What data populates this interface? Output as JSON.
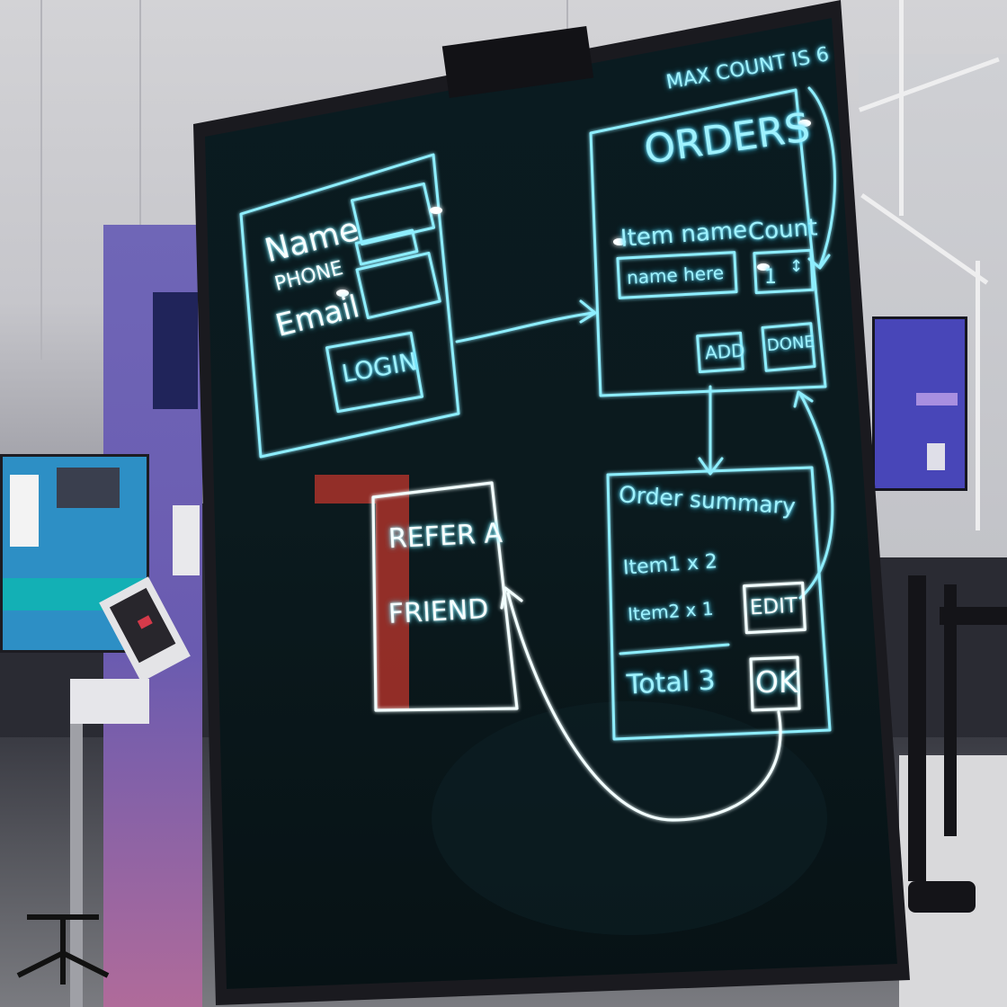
{
  "board": {
    "max_count_note": "MAX COUNT IS 6",
    "login_form": {
      "name_label": "Name",
      "phone_label": "PHONE",
      "email_label": "Email",
      "login_button": "LOGIN"
    },
    "orders_form": {
      "title": "ORDERS",
      "item_name_label": "Item name",
      "count_label": "Count",
      "name_placeholder": "name here",
      "count_value": "1",
      "add_button": "ADD",
      "done_button": "DONE"
    },
    "order_summary": {
      "title": "Order summary",
      "line1": "Item1 x 2",
      "line2": "Item2 x 1",
      "edit_button": "EDIT",
      "total_label": "Total 3",
      "ok_button": "OK"
    },
    "refer_box": {
      "line1": "REFER A",
      "line2": "FRIEND"
    },
    "ink_colors": {
      "cyan": "#9ff2ff",
      "white": "#f6ffff",
      "glow": "#33c9f0"
    }
  }
}
